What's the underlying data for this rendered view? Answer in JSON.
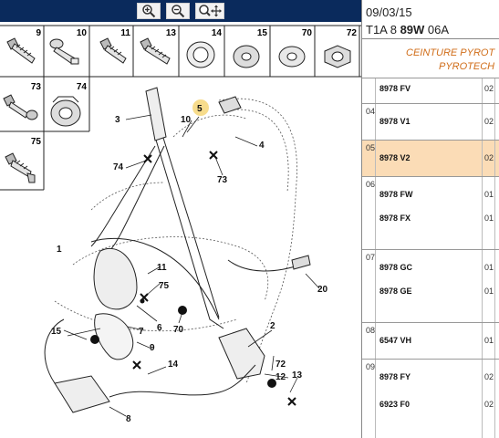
{
  "toolbar": {
    "zoom_in_icon": "magnifier-plus-icon",
    "zoom_out_icon": "magnifier-minus-icon",
    "pan_icon": "magnifier-move-icon",
    "bg_color": "#0a2a5c"
  },
  "parts_grid": {
    "row1": [
      "9",
      "10",
      "11",
      "13",
      "14",
      "15",
      "70",
      "72"
    ],
    "row2": [
      "73",
      "74"
    ],
    "row3": [
      "75"
    ]
  },
  "drawing": {
    "labels": [
      "1",
      "2",
      "3",
      "4",
      "5",
      "6",
      "7",
      "8",
      "9",
      "10",
      "11",
      "12",
      "13",
      "14",
      "15",
      "20",
      "70",
      "72",
      "73",
      "74",
      "75"
    ],
    "highlight_label": "5",
    "highlight_color": "#f7dc8c"
  },
  "header": {
    "date": "09/03/15",
    "code_prefix": "T1A 8 ",
    "code_bold": "89W",
    "code_suffix": " 06A"
  },
  "title": {
    "line1": "CEINTURE PYROT",
    "line2": "PYROTECH",
    "color": "#d06d19"
  },
  "rows": [
    {
      "num": "",
      "refs": [
        "8978 FV"
      ],
      "qtys": [
        "02"
      ],
      "selected": false
    },
    {
      "num": "04",
      "refs": [
        "8978 V1"
      ],
      "qtys": [
        "02"
      ],
      "selected": false
    },
    {
      "num": "05",
      "refs": [
        "8978 V2"
      ],
      "qtys": [
        "02"
      ],
      "selected": true
    },
    {
      "num": "06",
      "refs": [
        "8978 FW",
        "8978 FX"
      ],
      "qtys": [
        "01",
        "01"
      ],
      "selected": false
    },
    {
      "num": "07",
      "refs": [
        "8978 GC",
        "8978 GE"
      ],
      "qtys": [
        "01",
        "01"
      ],
      "selected": false
    },
    {
      "num": "08",
      "refs": [
        "6547 VH"
      ],
      "qtys": [
        "01"
      ],
      "selected": false
    },
    {
      "num": "09",
      "refs": [
        "8978 FY",
        "6923 F0"
      ],
      "qtys": [
        "02",
        "02"
      ],
      "selected": false
    }
  ],
  "selected_bg": "#fbdcb6"
}
